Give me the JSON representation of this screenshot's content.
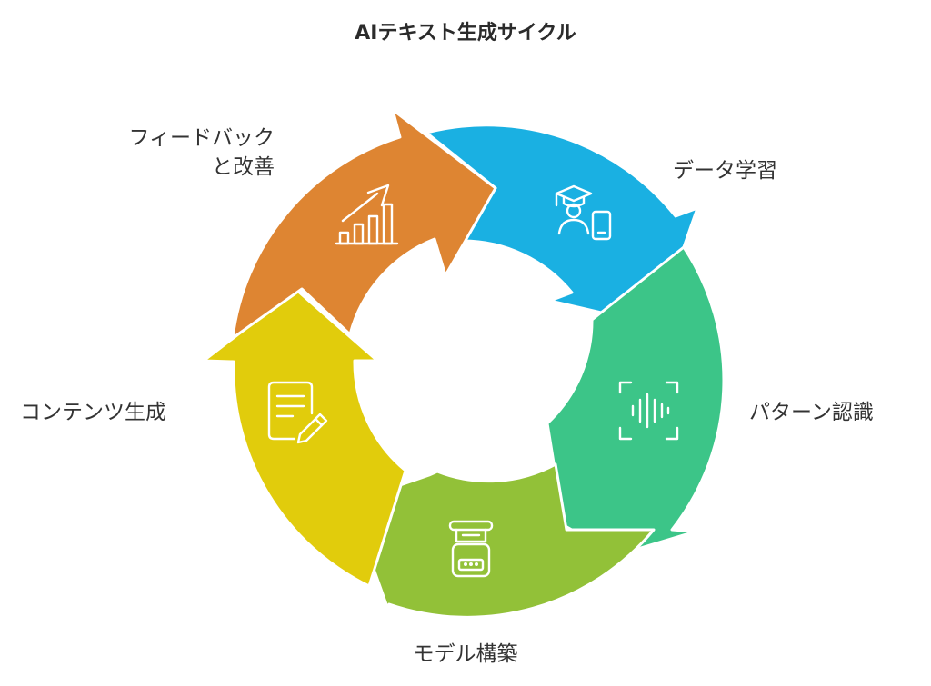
{
  "title": "AIテキスト生成サイクル",
  "colors": {
    "data_learning": "#1AB0E2",
    "pattern_recognition": "#3CC588",
    "model_building": "#92C138",
    "content_generation": "#E1CC0C",
    "feedback_improvement": "#DE8532"
  },
  "stages": {
    "feedback": {
      "label_line1": "フィードバック",
      "label_line2": "と改善",
      "icon": "trending-up-chart-icon"
    },
    "data_learning": {
      "label": "データ学習",
      "icon": "student-device-icon"
    },
    "pattern_recognition": {
      "label": "パターン認識",
      "icon": "sound-wave-scan-icon"
    },
    "model_building": {
      "label": "モデル構築",
      "icon": "typewriter-icon"
    },
    "content_generation": {
      "label": "コンテンツ生成",
      "icon": "document-edit-icon"
    }
  }
}
